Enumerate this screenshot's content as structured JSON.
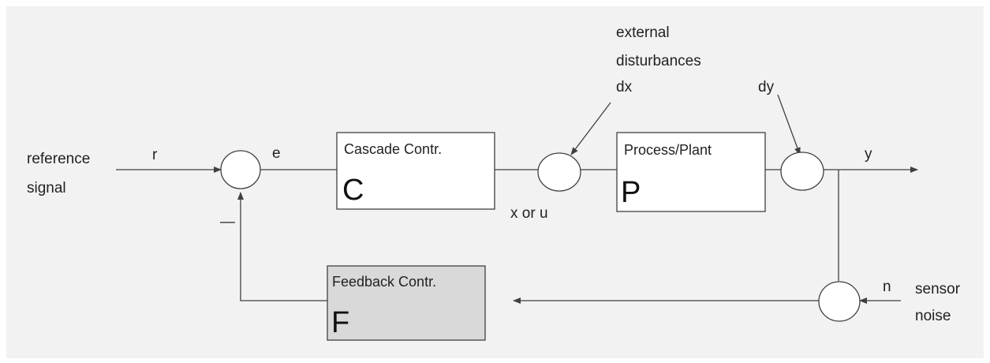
{
  "colors": {
    "background": "#f2f2f2",
    "stroke": "#404040",
    "block_fill": "#ffffff",
    "feedback_fill": "#d9d9d9",
    "text": "#222222"
  },
  "inputs": {
    "reference": [
      "reference",
      "signal"
    ],
    "r": "r",
    "minus": "—"
  },
  "signals": {
    "e": "e",
    "x_or_u": "x or u",
    "y": "y",
    "n": "n",
    "dy": "dy"
  },
  "disturbance": {
    "label": [
      "external",
      "disturbances",
      "dx"
    ]
  },
  "sensor_noise": [
    "sensor",
    "noise"
  ],
  "blocks": {
    "cascade": {
      "title": "Cascade Contr.",
      "symbol": "C"
    },
    "process": {
      "title": "Process/Plant",
      "symbol": "P"
    },
    "feedback": {
      "title": "Feedback Contr.",
      "symbol": "F"
    }
  }
}
